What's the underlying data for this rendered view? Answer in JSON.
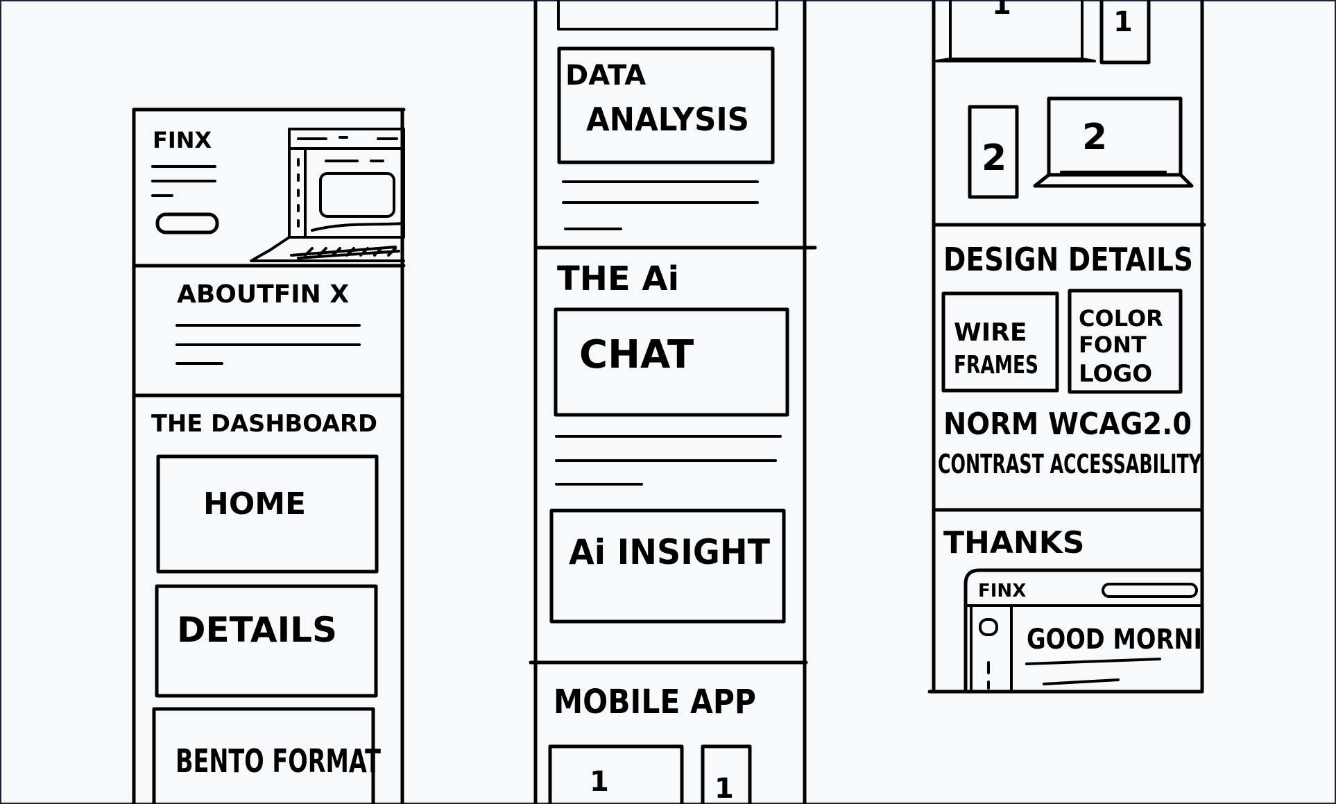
{
  "canvas": {
    "background": "#f8f9fa",
    "stroke_color": "#000000",
    "frame_color": "#1b2535"
  },
  "column1": {
    "hero_logo": "FINX",
    "about_heading": "ABOUTFIN X",
    "dashboard_heading": "THE DASHBOARD",
    "home_card": "HOME",
    "details_card": "DETAILS",
    "bento_card": "BENTO FORMAT"
  },
  "column2": {
    "data_analysis_line1": "DATA",
    "data_analysis_line2": "ANALYSIS",
    "ai_heading": "THE Ai",
    "chat_card": "CHAT",
    "insight_card": "Ai INSIGHT",
    "mobile_heading": "MOBILE APP",
    "mobile_screen_1": "1",
    "mobile_phone_1": "1"
  },
  "column3": {
    "top_screen": "1",
    "top_phone": "1",
    "phone_2": "2",
    "laptop_2": "2",
    "design_heading": "DESIGN DETAILS",
    "wireframes_line1": "WIRE",
    "wireframes_line2": "FRAMES",
    "style_line1": "COLOR",
    "style_line2": "FONT",
    "style_line3": "LOGO",
    "norm_line": "NORM WCAG2.0",
    "contrast_line": "CONTRAST ACCESSABILITY",
    "thanks_heading": "THANKS",
    "thanks_logo": "FINX",
    "greeting": "GOOD MORNI"
  }
}
